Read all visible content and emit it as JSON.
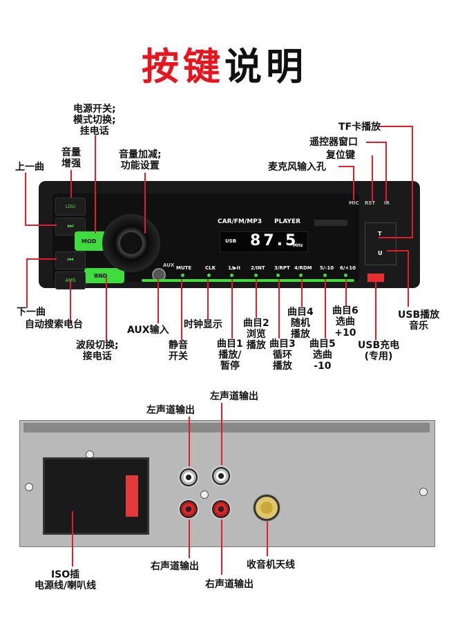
{
  "title": {
    "part1": "按键",
    "part2": "说明"
  },
  "front_labels": {
    "power": "电源开关;\n模式切换;\n挂电话",
    "loud": "音量\n增强",
    "prev": "上一曲",
    "vol": "音量加减;\n功能设置",
    "tf": "TF卡播放",
    "remote": "遥控器窗口",
    "reset": "复位键",
    "mic": "麦克风输入孔",
    "next": "下一曲",
    "ams": "自动搜索电台",
    "band": "波段切换;\n接电话",
    "aux_in": "AUX输入",
    "clock": "时钟显示",
    "mute": "静音\n开关",
    "t1": "曲目1\n播放/\n暂停",
    "t2": "曲目2\n浏览\n播放",
    "t3": "曲目3\n循环\n播放",
    "t4": "曲目4\n随机\n播放",
    "t5": "曲目5\n选曲\n-10",
    "t6": "曲目6\n选曲\n+10",
    "usb_play": "USB播放\n音乐",
    "usb_charge": "USB充电\n(专用)"
  },
  "device": {
    "display_freq": "87.5",
    "display_usb": "USB",
    "display_mhz": "MHz",
    "mode_text": "CAR/FM/MP3",
    "player_text": "PLAYER",
    "btn_lou": "LOU",
    "btn_mod": "MOD",
    "btn_bnd": "BND",
    "btn_ams": "AMS",
    "aux": "AUX",
    "mic": "MIC",
    "rst": "RST",
    "ir": "IR",
    "tf_t": "T",
    "tf_u": "U",
    "buttons": [
      "MUTE",
      "CLK",
      "1/▶II",
      "2/INT",
      "3/RPT",
      "4/RDM",
      "5/-10",
      "6/+10"
    ]
  },
  "back_labels": {
    "left_out_top": "左声道输出",
    "left_out": "左声道输出",
    "right_out": "右声道输出",
    "right_out_bottom": "右声道输出",
    "antenna": "收音机天线",
    "iso": "ISO插\n电源线/喇叭线"
  }
}
